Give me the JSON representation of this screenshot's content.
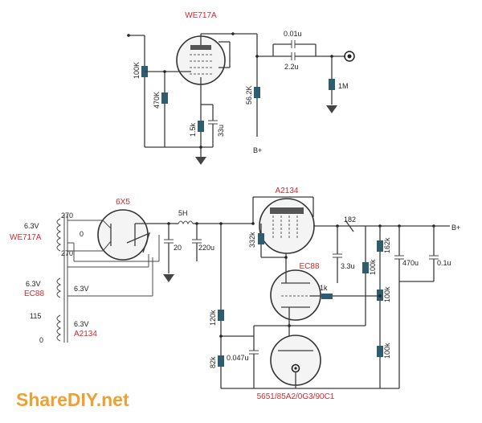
{
  "tubes": {
    "amp": "WE717A",
    "rect": "6X5",
    "reg": "A2134",
    "follower": "EC88",
    "ref": "5651/85A2/0G3/90C1"
  },
  "values": {
    "r100k_grid": "100K",
    "r470k": "470K",
    "r1_5k": "1.5k",
    "c33u": "33u",
    "r56_2k": "56.2K",
    "c0_01u": "0.01u",
    "c2_2u": "2.2u",
    "r1m": "1M",
    "bplus": "B+",
    "t270_top": "270",
    "t0": "0",
    "t270_bot": "270",
    "t6_3v_1": "6.3V",
    "t6_3v_2": "6.3V",
    "t6_3v_3": "6.3V",
    "t6_3v_4": "6.3V",
    "t115": "115",
    "t0_bot": "0",
    "choke": "5H",
    "c20": "20",
    "c220u": "220u",
    "r332k": "332k",
    "r182": "182",
    "c3_3u": "3.3u",
    "r162k": "162k",
    "c470u": "470u",
    "c0_1u": "0.1u",
    "r100k_a": "100k",
    "r1k": "1k",
    "r100k_b": "100k",
    "r120k": "120k",
    "r100k_c": "100k",
    "r82k": "82k",
    "c0_047u": "0.047u",
    "bplus_out": "B+"
  },
  "transformer_labels": {
    "heater_we717a": "WE717A",
    "heater_ec88": "EC88",
    "heater_a2134": "A2134"
  },
  "watermark": "ShareDIY.net",
  "colors": {
    "component_label": "#d2282d",
    "resistor": "#2f5d70",
    "watermark_orange": "#f0a030",
    "watermark_green": "#7dbb3c"
  }
}
